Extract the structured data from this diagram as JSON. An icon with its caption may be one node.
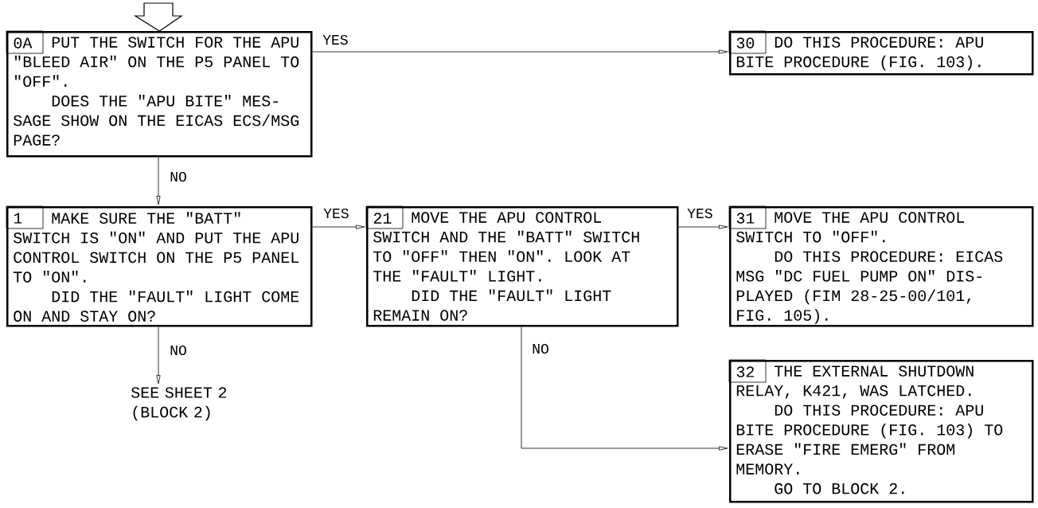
{
  "diagram": {
    "nodes": [
      {
        "text": [
          "0A",
          "PUT THE SWITCH FOR THE APU \"BLEED AIR\" ON THE P5 PANEL TO \"OFF\".",
          "DOES THE \"APU BITE\" MES- SAGE SHOW ON THE EICAS ECS/MSG PAGE?"
        ]
      },
      {
        "text": [
          "30",
          "DO THIS PROCEDURE: APU BITE PROCEDURE (FIG. 103)."
        ]
      },
      {
        "text": [
          "1",
          "MAKE SURE THE \"BATT\" SWITCH IS \"ON\" AND PUT THE APU CONTROL SWITCH ON THE P5 PANEL TO \"ON\".",
          "DID THE \"FAULT\" LIGHT COME ON AND STAY ON?"
        ]
      },
      {
        "text": [
          "21",
          "MOVE THE APU CONTROL SWITCH AND THE \"BATT\" SWITCH TO \"OFF\" THEN \"ON\". LOOK AT THE \"FAULT\" LIGHT.",
          "DID THE \"FAULT\" LIGHT REMAIN ON?"
        ]
      },
      {
        "text": [
          "31",
          "MOVE THE APU CONTROL SWITCH TO \"OFF\".",
          "DO THIS PROCEDURE: EICAS MSG \"DC FUEL PUMP ON\" DIS- PLAYED (FIM 28-25-00/101, FIG. 105)."
        ]
      },
      {
        "text": [
          "SEE SHEET 2 (BLOCK 2)"
        ]
      },
      {
        "text": [
          "32",
          "THE EXTERNAL SHUTDOWN RELAY, K421, WAS LATCHED.",
          "DO THIS PROCEDURE: APU BITE PROCEDURE (FIG. 103) TO ERASE \"FIRE EMERG\" FROM MEMORY.",
          "GO TO BLOCK 2."
        ]
      }
    ],
    "edges": [
      {
        "from": null,
        "to": 0,
        "arrow": "to"
      },
      {
        "from": 0,
        "to": 1,
        "arrow": "to",
        "label": "YES"
      },
      {
        "from": 0,
        "to": 2,
        "arrow": "to",
        "label": "NO"
      },
      {
        "from": 2,
        "to": 5,
        "arrow": "to",
        "label": "NO"
      },
      {
        "from": 2,
        "to": 3,
        "arrow": "to",
        "label": "YES"
      },
      {
        "from": 3,
        "to": 4,
        "arrow": "to",
        "label": "YES"
      },
      {
        "from": 3,
        "to": 6,
        "arrow": "to",
        "label": "NO"
      }
    ]
  }
}
